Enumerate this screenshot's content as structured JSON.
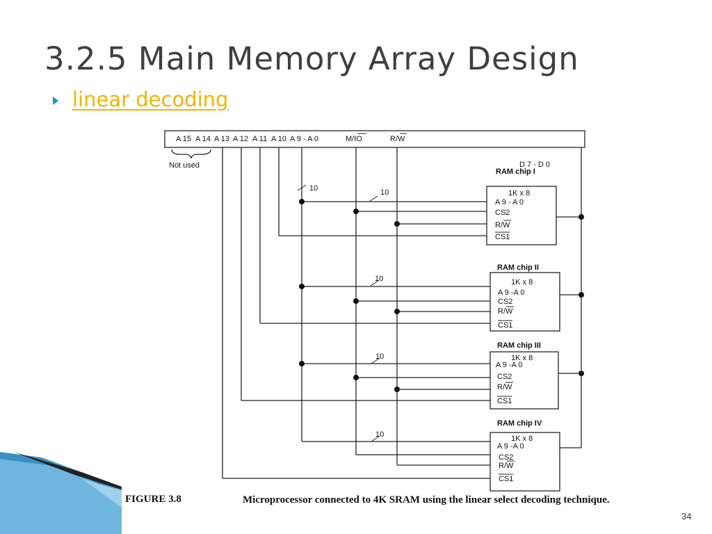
{
  "slide": {
    "title": "3.2.5 Main Memory Array Design",
    "bullet": "linear decoding",
    "page_number": "34"
  },
  "figure": {
    "caption_label": "FIGURE 3.8",
    "caption_text": "Microprocessor connected to 4K SRAM using the linear select decoding technique.",
    "bus_labels": {
      "a15": "A 15",
      "a14": "A 14",
      "a13": "A 13",
      "a12": "A 12",
      "a11": "A 11",
      "a10": "A 10",
      "a9_a0": "A 9 - A 0",
      "mio": "M/IO",
      "rw": "R/W"
    },
    "not_used": "Not used",
    "data_bus": "D 7 - D 0",
    "bus_width": "10",
    "chips": [
      {
        "name": "RAM chip I",
        "size": "1K x 8",
        "addr": "A 9 - A 0",
        "cs2": "CS2",
        "rw": "R/W",
        "cs1": "CS1"
      },
      {
        "name": "RAM chip II",
        "size": "1K x 8",
        "addr": "A 9 -A 0",
        "cs2": "CS2",
        "rw": "R/W",
        "cs1": "CS1"
      },
      {
        "name": "RAM chip III",
        "size": "1K x 8",
        "addr": "A 9 -A 0",
        "cs2": "CS2",
        "rw": "R/W",
        "cs1": "CS1"
      },
      {
        "name": "RAM chip IV",
        "size": "1K x 8",
        "addr": "A 9 -A 0",
        "cs2": "CS2",
        "rw": "R/W",
        "cs1": "CS1"
      }
    ]
  }
}
